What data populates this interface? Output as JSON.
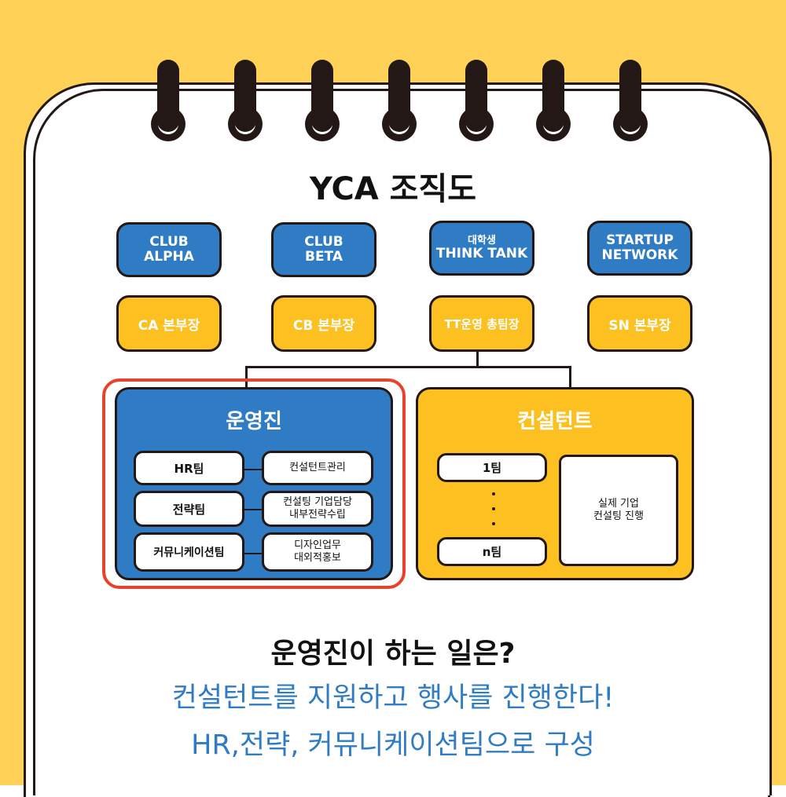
{
  "title": "YCA 조직도",
  "colors": {
    "background": "#FFD257",
    "blue": "#2F7CC4",
    "yellow": "#FCC020",
    "highlight_red": "#E8412C",
    "ink": "#231815"
  },
  "divisions": [
    {
      "name": "CLUB\nALPHA",
      "lead": "CA 본부장"
    },
    {
      "name": "CLUB\nBETA",
      "lead": "CB 본부장"
    },
    {
      "name_top": "대학생",
      "name": "THINK TANK",
      "lead": "TT운영 총팀장"
    },
    {
      "name": "STARTUP\nNETWORK",
      "lead": "SN 본부장"
    }
  ],
  "operations": {
    "title": "운영진",
    "teams": [
      {
        "name": "HR팀",
        "role": "컨설턴트관리"
      },
      {
        "name": "전략팀",
        "role": "컨설팅 기업담당\n내부전략수립"
      },
      {
        "name": "커뮤니케이션팀",
        "role": "디자인업무\n대외적홍보"
      }
    ]
  },
  "consultants": {
    "title": "컨설턴트",
    "first_team": "1팀",
    "last_team": "n팀",
    "role": "실제 기업\n컨설팅 진행"
  },
  "question": "운영진이 하는 일은?",
  "answer_lines": [
    "컨설턴트를 지원하고 행사를 진행한다!",
    "HR,전략, 커뮤니케이션팀으로 구성"
  ]
}
